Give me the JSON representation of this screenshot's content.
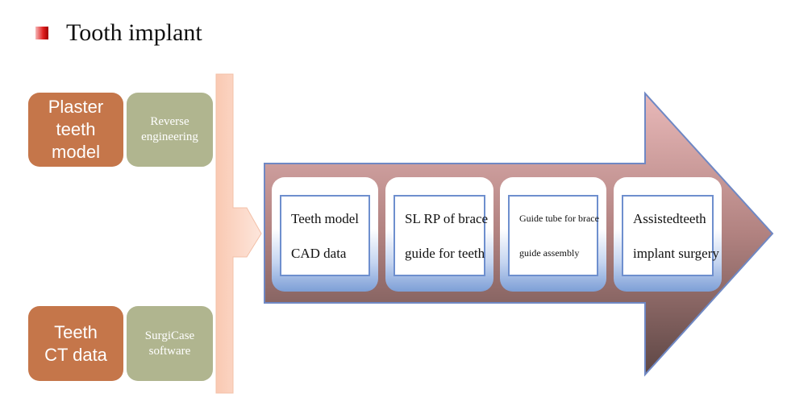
{
  "title": "Tooth implant",
  "sources": [
    {
      "label": "Plaster\nteeth\nmodel",
      "tool": "Reverse\nengineering"
    },
    {
      "label": "Teeth\nCT data",
      "tool": "SurgiCase\nsoftware"
    }
  ],
  "steps": [
    {
      "line1": "Teeth model",
      "line2": "CAD data"
    },
    {
      "line1": "SL RP of brace",
      "line2": "guide for teeth"
    },
    {
      "line1": "Guide tube for brace",
      "line2": "guide assembly"
    },
    {
      "line1": "Assisted teeth",
      "line2": "implant surgery"
    }
  ]
}
